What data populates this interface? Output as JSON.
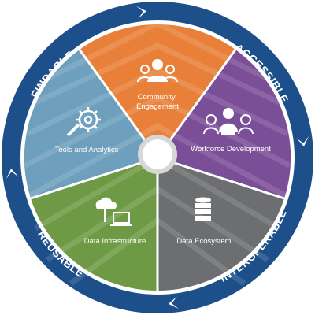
{
  "ring": {
    "color": "#1d4f8a",
    "labels": [
      {
        "id": "findable",
        "text": "FINDABLE"
      },
      {
        "id": "accessible",
        "text": "ACCESSIBLE"
      },
      {
        "id": "interoperable",
        "text": "INTEROPERABLE"
      },
      {
        "id": "reusable",
        "text": "REUSABLE"
      }
    ]
  },
  "segments": [
    {
      "id": "community-engagement",
      "label_lines": [
        "Community",
        "Engagement"
      ],
      "color": "#e8803a",
      "icon": "people-icon"
    },
    {
      "id": "workforce-development",
      "label_lines": [
        "Workforce Development"
      ],
      "color": "#7b4e98",
      "icon": "workforce-icon"
    },
    {
      "id": "data-ecosystem",
      "label_lines": [
        "Data Ecosystem"
      ],
      "color": "#6d6e70",
      "icon": "database-icon"
    },
    {
      "id": "data-infrastructure",
      "label_lines": [
        "Data Infrastructure"
      ],
      "color": "#6f9a45",
      "icon": "cloud-laptop-icon"
    },
    {
      "id": "tools-and-analytics",
      "label_lines": [
        "Tools and Analytics"
      ],
      "color": "#6e9fbd",
      "icon": "gear-wrench-icon"
    }
  ]
}
